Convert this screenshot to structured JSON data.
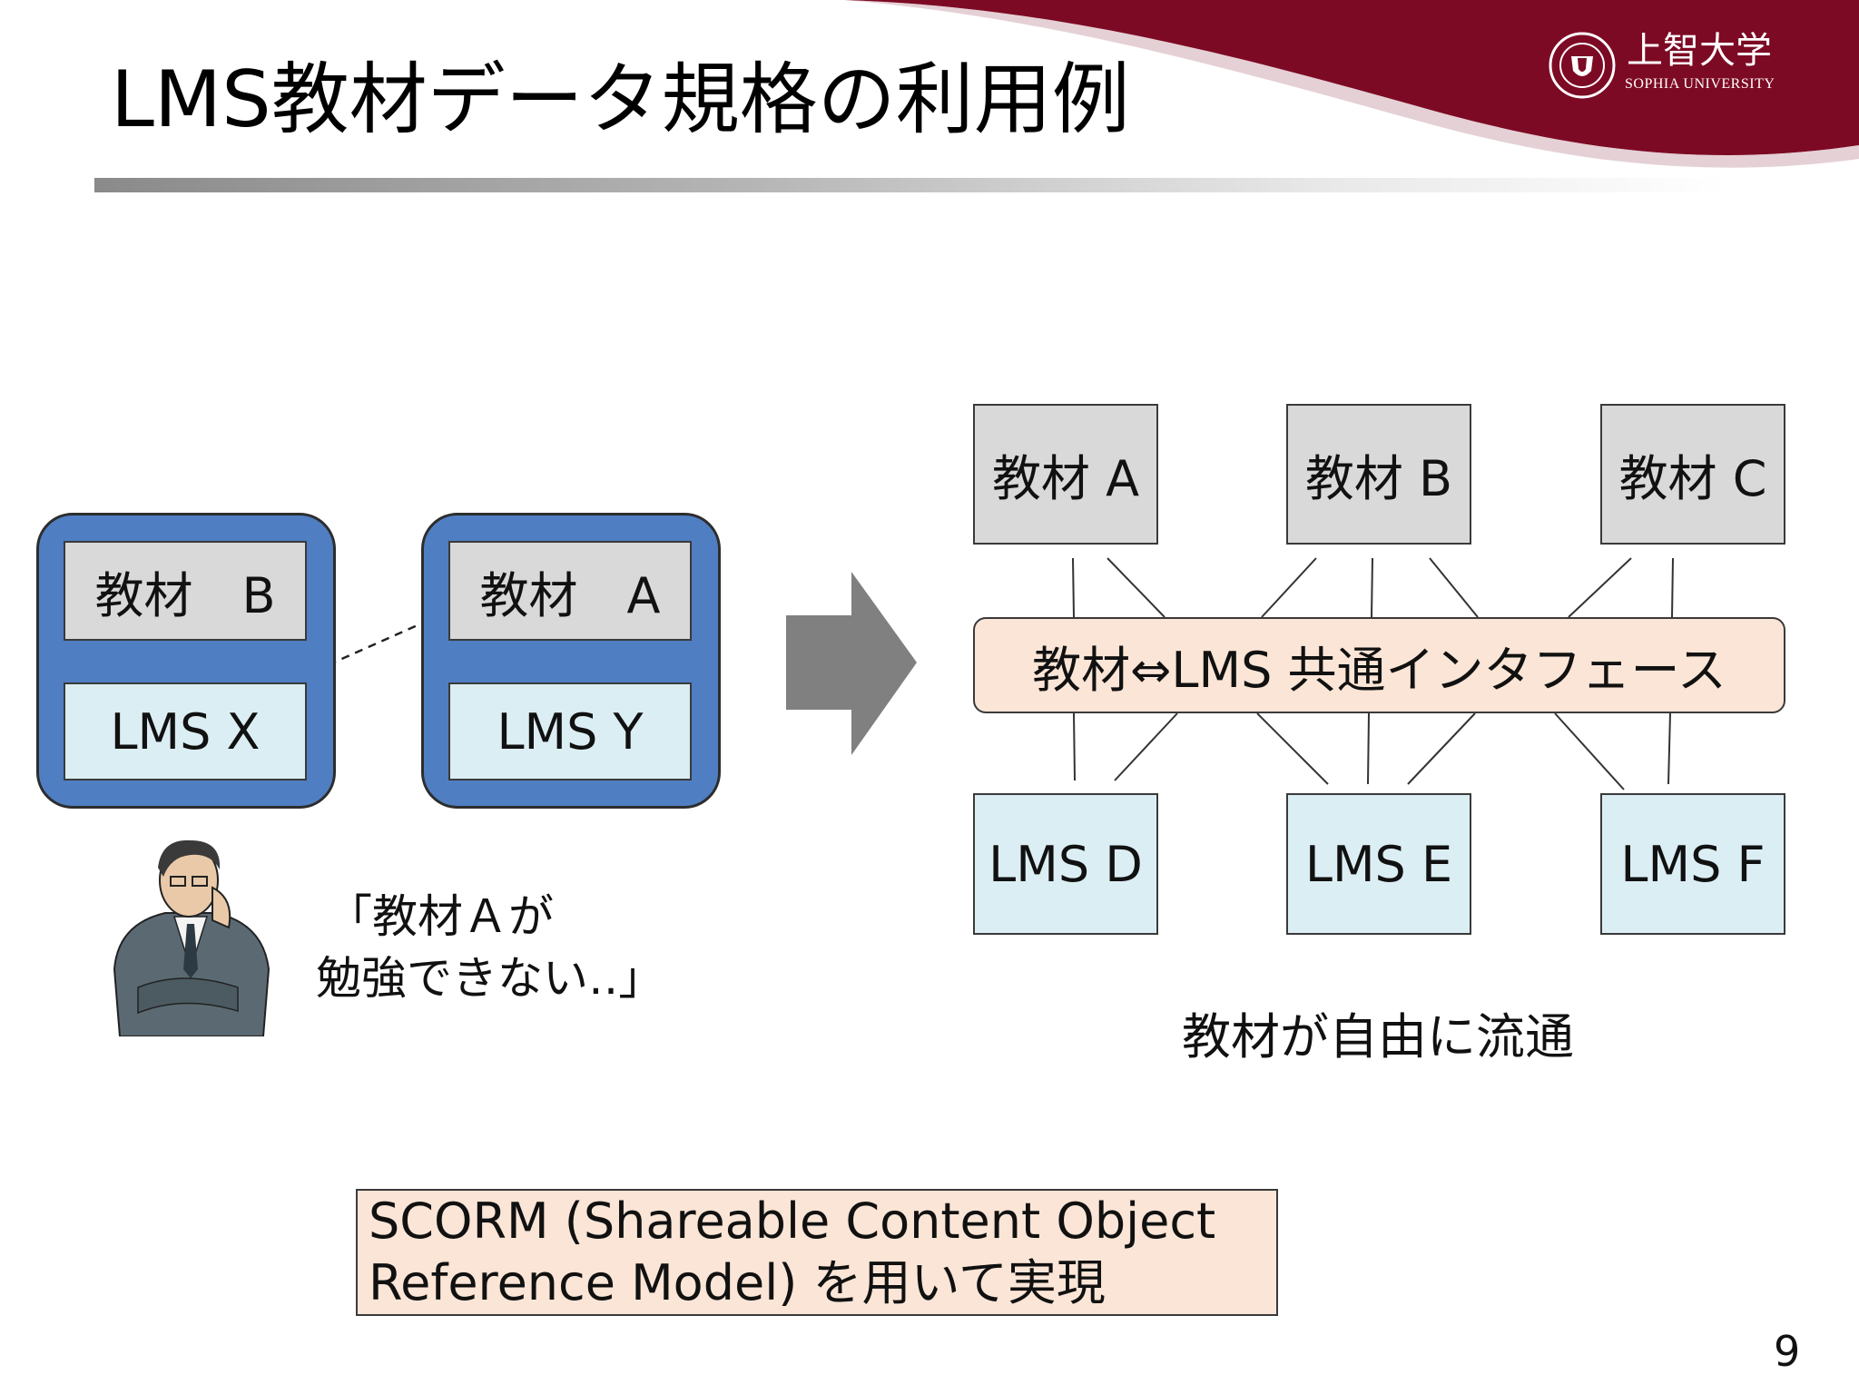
{
  "title": "LMS教材データ規格の利用例",
  "logo": {
    "name_jp": "上智大学",
    "name_en": "SOPHIA UNIVERSITY",
    "brand_color": "#7d0a24"
  },
  "left": {
    "systems": [
      {
        "material": "教材　B",
        "lms": "LMS X"
      },
      {
        "material": "教材　A",
        "lms": "LMS Y"
      }
    ],
    "quote_line1": "「教材Ａが",
    "quote_line2": "勉強できない‥」"
  },
  "right": {
    "materials": [
      "教材 A",
      "教材 B",
      "教材 C"
    ],
    "interface": "教材⇔LMS 共通インタフェース",
    "lms": [
      "LMS D",
      "LMS E",
      "LMS F"
    ],
    "caption": "教材が自由に流通"
  },
  "scorm": {
    "line1": "SCORM (Shareable Content Object",
    "line2": "Reference Model) を用いて実現"
  },
  "page_number": "9",
  "colors": {
    "container_blue": "#4f7ec2",
    "material_gray": "#d9d9d9",
    "lms_cyan": "#dbeef4",
    "interface_peach": "#fbe5d6",
    "arrow_gray": "#808080"
  }
}
